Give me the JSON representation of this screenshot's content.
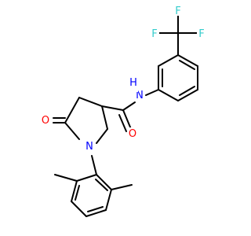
{
  "colors": {
    "carbon_bond": "#000000",
    "N": "#0000ff",
    "O": "#ff0000",
    "F": "#33cccc",
    "background": "#ffffff"
  },
  "atoms": [
    {
      "id": "F1",
      "label": "F",
      "element": "F"
    },
    {
      "id": "F2",
      "label": "F",
      "element": "F"
    },
    {
      "id": "F3",
      "label": "F",
      "element": "F"
    },
    {
      "id": "N_amide",
      "label": "N",
      "hydrogen": "H",
      "element": "N"
    },
    {
      "id": "O_amide",
      "label": "O",
      "element": "O"
    },
    {
      "id": "O_ring",
      "label": "O",
      "element": "O"
    },
    {
      "id": "N_ring",
      "label": "N",
      "element": "N"
    }
  ]
}
